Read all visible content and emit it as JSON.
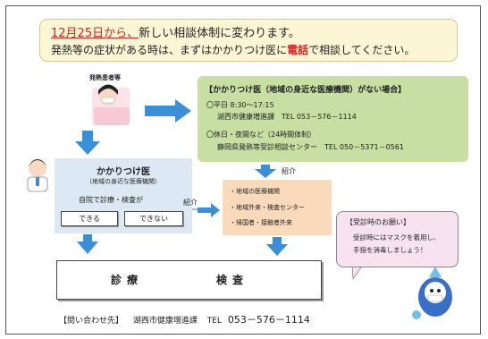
{
  "banner": {
    "date_red": "12月25日から、",
    "line1_rest": "新しい相談体制に変わります。",
    "line2_pre": "発熱等の症状がある時は、まずはかかりつけ医に",
    "line2_red": "電話",
    "line2_post": "で相談してください。"
  },
  "patient_label": "発熱患者等",
  "green_box": {
    "title": "【かかりつけ医（地域の身近な医療機関）がない場合】",
    "weekday_label": "〇平日 8:30～17:15",
    "weekday_contact": "湖西市健康増進課　TEL 053－576－1114",
    "holiday_label": "〇休日・夜間など（24時間体制）",
    "holiday_contact": "静岡県発熱等受診相談センター　TEL 050－5371－0561"
  },
  "family_doctor": {
    "title": "かかりつけ医",
    "subtitle": "（地域の身近な医療機関）",
    "question": "自院で診療・検査が",
    "can": "できる",
    "cannot": "できない"
  },
  "referral_label": "紹介",
  "facilities": {
    "items": [
      "・地域の医療機関",
      "・地域外来・検査センター",
      "・帰国者・接触者外来"
    ]
  },
  "notice": {
    "title": "【受診時のお願い】",
    "line1": "受診時にはマスクを着用し、",
    "line2": "手指を消毒しましょう！"
  },
  "treatment": {
    "left": "診療",
    "right": "検査"
  },
  "contact": {
    "label": "【問い合わせ先】",
    "dept": "湖西市健康増進課",
    "tel_label": "TEL",
    "tel": "053－576－1114"
  },
  "colors": {
    "banner_bg": "#fdf6d4",
    "accent_red": "#d92121",
    "arrow_blue": "#3a8fd9",
    "green_box": "#c7dfa3",
    "blue_box": "#dce9f4",
    "peach_box": "#fbd9bb",
    "notice_bg": "#f6e3ef"
  }
}
